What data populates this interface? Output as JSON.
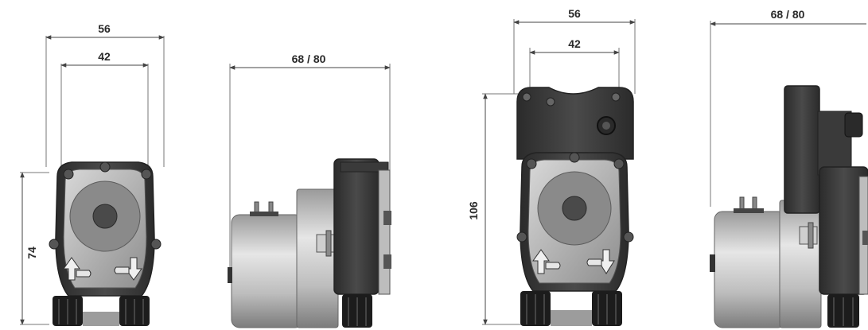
{
  "dimensions": {
    "view1": {
      "width_outer": "56",
      "width_inner": "42",
      "height": "74"
    },
    "view2": {
      "length": "68 / 80"
    },
    "view3": {
      "width_outer": "56",
      "width_inner": "42",
      "height": "106"
    },
    "view4": {
      "length": "68 / 80"
    }
  },
  "colors": {
    "housing_dark": "#3c3c3c",
    "cover_light": "#b8b8b8",
    "rotor": "#6e6e6e",
    "motor_metal": "#c9c9c9",
    "connector": "#1e1e1e",
    "dimension_line": "#555555"
  }
}
